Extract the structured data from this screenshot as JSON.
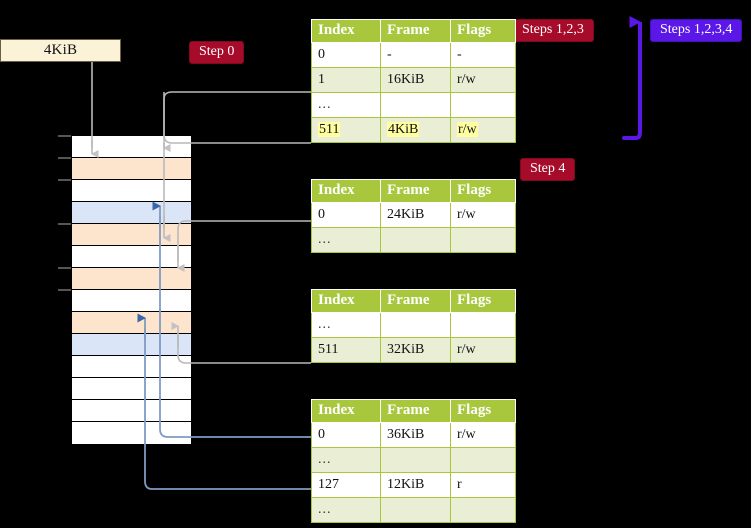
{
  "diagram": {
    "source_box": {
      "label": "4KiB"
    },
    "badges": [
      {
        "name": "step-0",
        "label": "Step 0",
        "color": "#a60b2a"
      },
      {
        "name": "steps-1-2-3",
        "label": "Steps 1,2,3",
        "color": "#a60b2a"
      },
      {
        "name": "steps-1-2-3-4",
        "label": "Steps 1,2,3,4",
        "color": "#5a17e8"
      },
      {
        "name": "step-4",
        "label": "Step 4",
        "color": "#a60b2a"
      }
    ],
    "memory_column": {
      "cells": [
        {
          "fill": "white"
        },
        {
          "fill": "peach"
        },
        {
          "fill": "white"
        },
        {
          "fill": "blue"
        },
        {
          "fill": "peach"
        },
        {
          "fill": "white"
        },
        {
          "fill": "peach"
        },
        {
          "fill": "white"
        },
        {
          "fill": "peach"
        },
        {
          "fill": "blue"
        },
        {
          "fill": "white"
        },
        {
          "fill": "white"
        },
        {
          "fill": "white"
        },
        {
          "fill": "white"
        }
      ],
      "colors": {
        "white": "#ffffff",
        "peach": "#fde4cc",
        "blue": "#dbe5f8"
      }
    },
    "tables": [
      {
        "name": "page-table-level-0",
        "headers": [
          "Index",
          "Frame",
          "Flags"
        ],
        "rows": [
          {
            "cells": [
              "0",
              "-",
              "-"
            ],
            "shade": "plain",
            "highlight": false
          },
          {
            "cells": [
              "1",
              "16KiB",
              "r/w"
            ],
            "shade": "alt",
            "highlight": false
          },
          {
            "cells": [
              "...",
              "",
              ""
            ],
            "shade": "plain",
            "highlight": false
          },
          {
            "cells": [
              "511",
              "4KiB",
              "r/w"
            ],
            "shade": "alt",
            "highlight": true
          }
        ]
      },
      {
        "name": "page-table-level-1",
        "headers": [
          "Index",
          "Frame",
          "Flags"
        ],
        "rows": [
          {
            "cells": [
              "0",
              "24KiB",
              "r/w"
            ],
            "shade": "plain",
            "highlight": false
          },
          {
            "cells": [
              "...",
              "",
              ""
            ],
            "shade": "alt",
            "highlight": false
          }
        ]
      },
      {
        "name": "page-table-level-2",
        "headers": [
          "Index",
          "Frame",
          "Flags"
        ],
        "rows": [
          {
            "cells": [
              "...",
              "",
              ""
            ],
            "shade": "plain",
            "highlight": false
          },
          {
            "cells": [
              "511",
              "32KiB",
              "r/w"
            ],
            "shade": "alt",
            "highlight": false
          }
        ]
      },
      {
        "name": "page-table-level-3",
        "headers": [
          "Index",
          "Frame",
          "Flags"
        ],
        "rows": [
          {
            "cells": [
              "0",
              "36KiB",
              "r/w"
            ],
            "shade": "plain",
            "highlight": false
          },
          {
            "cells": [
              "...",
              "",
              ""
            ],
            "shade": "alt",
            "highlight": false
          },
          {
            "cells": [
              "127",
              "12KiB",
              "r"
            ],
            "shade": "plain",
            "highlight": false
          },
          {
            "cells": [
              "...",
              "",
              ""
            ],
            "shade": "alt",
            "highlight": false
          }
        ]
      }
    ],
    "wire_colors": {
      "gray": "#b9b9b9",
      "steel": "#7f9bc4",
      "violet": "#5a17e8"
    }
  }
}
